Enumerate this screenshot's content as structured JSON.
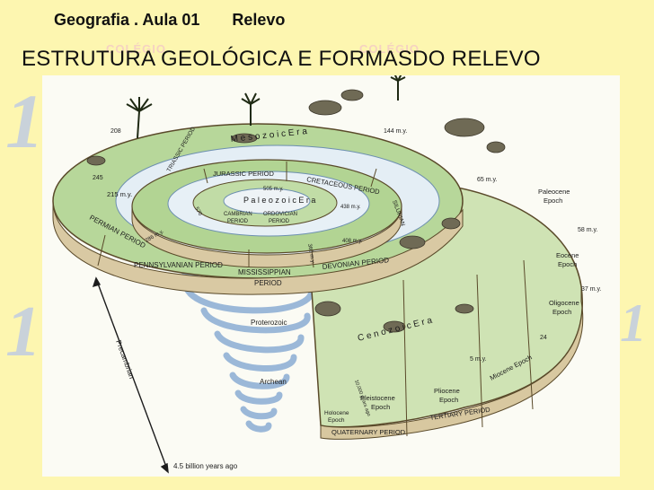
{
  "header": {
    "subject": "Geografia . Aula 01",
    "topic": "Relevo",
    "title": "ESTRUTURA GEOLÓGICA E FORMASDO RELEVO"
  },
  "watermark": {
    "small_text": "COLÉGIO"
  },
  "diagram": {
    "eras": {
      "mesozoic": "M e s o z o i c   E r a",
      "paleozoic": "P a l e o z o i c   E r a",
      "cenozoic": "C e n o z o i c   E r a"
    },
    "periods": {
      "triassic": "TRIASSIC PERIOD",
      "jurassic": "JURASSIC PERIOD",
      "cretaceous": "CRETACEOUS PERIOD",
      "permian": "PERMIAN PERIOD",
      "pennsylvanian": "PENNSYLVANIAN PERIOD",
      "mississippian_1": "MISSISSIPPIAN",
      "mississippian_2": "PERIOD",
      "devonian": "DEVONIAN PERIOD",
      "silurian": "SILURIAN",
      "cambrian": "CAMBRIAN",
      "cambrian_2": "PERIOD",
      "ordovician": "ORDOVICIAN",
      "ordovician_2": "PERIOD",
      "tertiary": "TERTIARY PERIOD",
      "quaternary": "QUATERNARY PERIOD"
    },
    "epochs": {
      "paleocene_1": "Paleocene",
      "paleocene_2": "Epoch",
      "eocene_1": "Eocene",
      "eocene_2": "Epoch",
      "oligocene_1": "Oligocene",
      "oligocene_2": "Epoch",
      "miocene": "Miocene Epoch",
      "pliocene_1": "Pliocene",
      "pliocene_2": "Epoch",
      "pleistocene_1": "Pleistocene",
      "pleistocene_2": "Epoch",
      "holocene_1": "Holocene",
      "holocene_2": "Epoch"
    },
    "ages": {
      "m505": "505 m.y.",
      "m438": "438 m.y.",
      "m408": "408 m.y.",
      "m360": "360 m.y.",
      "m286": "286 m.y.",
      "m570": "570",
      "m245": "245",
      "m215": "215 m.y.",
      "m208": "208",
      "m144": "144 m.y.",
      "m65": "65 m.y.",
      "m58": "58 m.y.",
      "m37": "37 m.y.",
      "m24": "24",
      "m5": "5 m.y.",
      "y10000": "10,000 years ago"
    },
    "precambrian": {
      "label": "Precambrian",
      "proterozoic": "Proterozoic",
      "archean": "Archean",
      "base": "4.5 billion years ago"
    }
  }
}
